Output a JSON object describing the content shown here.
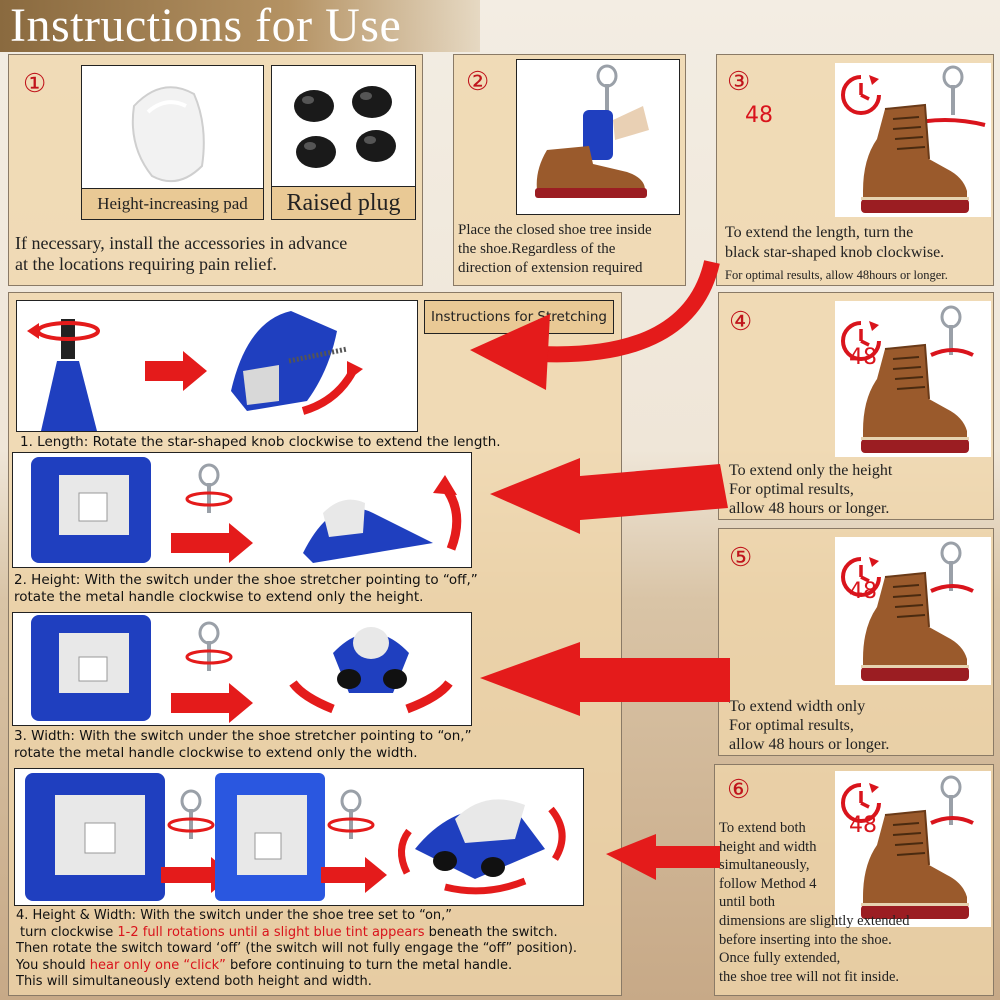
{
  "title": "Instructions for Use",
  "colors": {
    "accent_red": "#e41b1b",
    "shoe_tree_blue": "#1f3fbf",
    "boot_brown": "#9a5a2c"
  },
  "step1": {
    "number": "①",
    "pad_label": "Height-increasing pad",
    "plug_label": "Raised plug",
    "text": "If necessary, install the accessories in advance\nat the locations requiring pain relief."
  },
  "step2": {
    "number": "②",
    "text": "Place the closed shoe tree inside\nthe shoe.Regardless of the\ndirection of extension required"
  },
  "step3": {
    "number": "③",
    "timer": "48",
    "text": "To extend the length, turn the\nblack star-shaped knob clockwise.",
    "note": "For optimal results, allow 48hours or longer."
  },
  "step4": {
    "number": "④",
    "timer": "48",
    "text": "To extend only the height\nFor optimal results,\nallow 48 hours or longer."
  },
  "step5": {
    "number": "⑤",
    "timer": "48",
    "text": "To extend width only\nFor optimal results,\nallow 48 hours or longer."
  },
  "step6": {
    "number": "⑥",
    "timer": "48",
    "text": "To extend both\nheight and width\nsimultaneously,\nfollow Method 4\nuntil both\ndimensions are slightly extended\nbefore inserting into the shoe.\nOnce fully extended,\nthe shoe tree will not fit inside."
  },
  "stretching": {
    "badge": "Instructions for Stretching",
    "length_caption": "1. Length: Rotate the star-shaped knob clockwise to extend the length.",
    "height_caption": "2. Height: With the switch under the shoe stretcher pointing to  “off,”\nrotate the metal handle clockwise to extend only the height.",
    "width_caption": "3. Width: With the switch under the shoe stretcher pointing to  “on,”\nrotate the metal handle clockwise to extend only the width.",
    "hw_line1": "4. Height & Width: With the switch under the shoe tree set to  “on,”",
    "hw_line2_a": "turn clockwise ",
    "hw_line2_red": "1-2 full rotations until a slight blue tint appears",
    "hw_line2_b": " beneath the switch.",
    "hw_line3": "Then rotate the switch toward  ‘off’  (the switch will not fully engage the  “off”  position).",
    "hw_line4_a": "You should ",
    "hw_line4_red": "hear only one  “click”",
    "hw_line4_b": "  before continuing to turn the metal handle.",
    "hw_line5": "This will simultaneously extend both height and width."
  }
}
